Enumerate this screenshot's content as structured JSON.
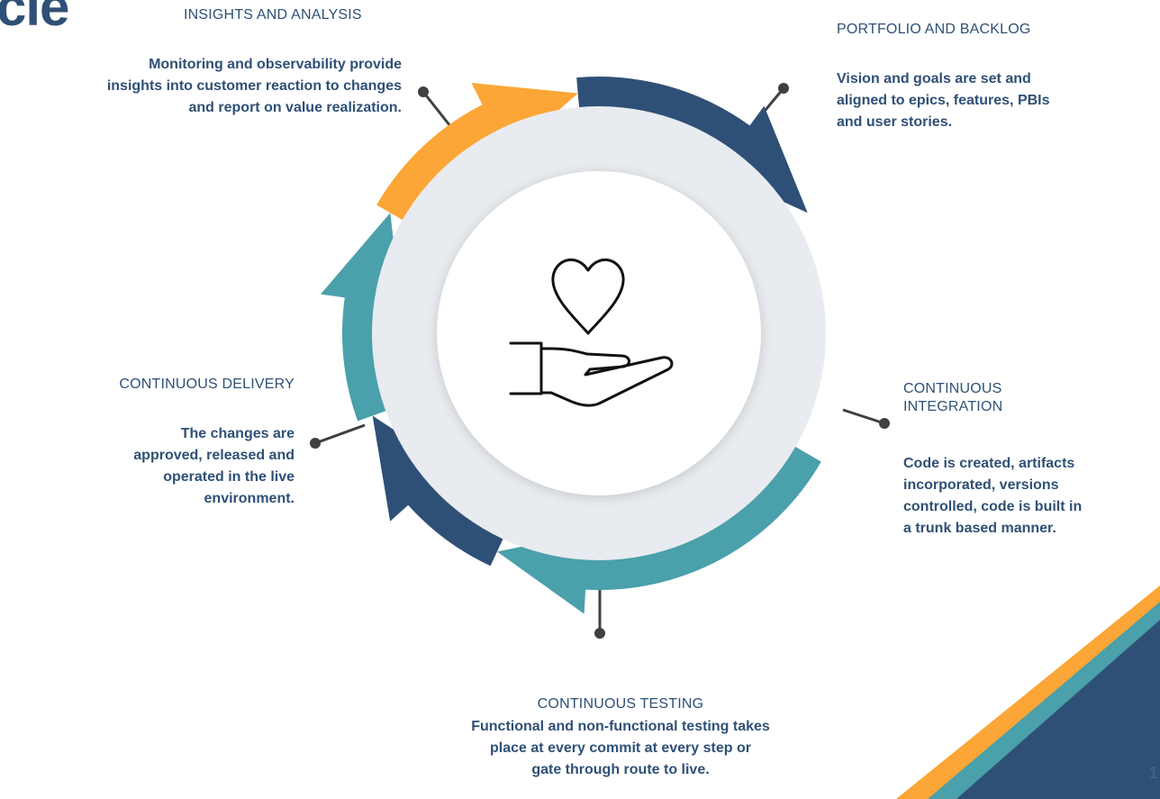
{
  "title_fragment": "cle",
  "center_icon": "heart-in-hand-icon",
  "colors": {
    "orange": "#fba636",
    "navy": "#2f5076",
    "teal": "#4aa0ab",
    "ring": "#e8ebef",
    "inner": "#ffffff",
    "text": "#2f5076"
  },
  "stages": {
    "insights": {
      "heading": "INSIGHTS AND ANALYSIS",
      "text": [
        "Monitoring and observability provide",
        "insights into customer reaction to changes",
        "and report on value realization."
      ]
    },
    "portfolio": {
      "heading": "PORTFOLIO AND BACKLOG",
      "text": [
        "Vision and goals are set and",
        "aligned to epics, features, PBIs",
        "and user stories."
      ]
    },
    "integration": {
      "heading": [
        "CONTINUOUS",
        "INTEGRATION"
      ],
      "text": [
        "Code is created, artifacts",
        "incorporated, versions",
        "controlled, code is built in",
        "a trunk based manner."
      ]
    },
    "testing": {
      "heading": "CONTINUOUS TESTING",
      "text": [
        "Functional and non-functional testing takes",
        "place at every commit at every step or",
        "gate through route to live."
      ]
    },
    "delivery": {
      "heading": "CONTINUOUS DELIVERY",
      "text": [
        "The changes are",
        "approved, released and",
        "operated in the live",
        "environment."
      ]
    }
  },
  "page_number": "1"
}
